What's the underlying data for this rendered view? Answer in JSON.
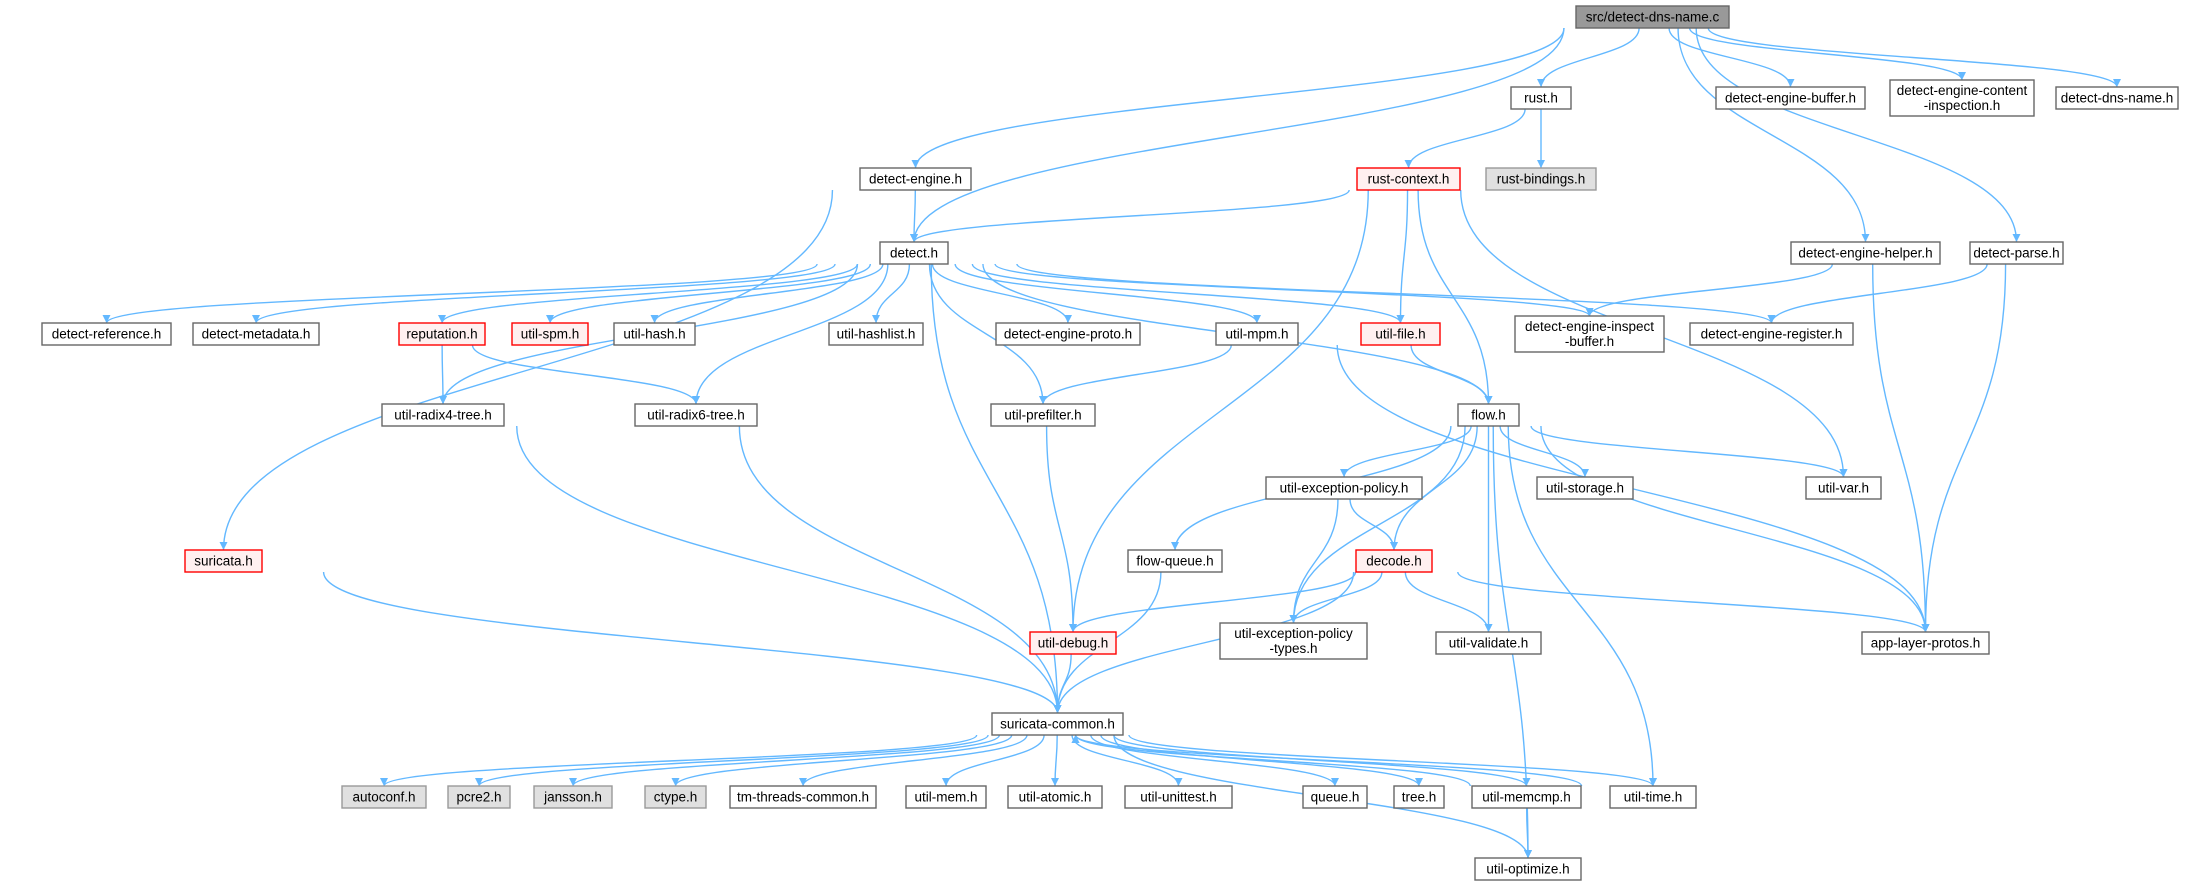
{
  "colors": {
    "edge": "#63b8ff",
    "root_fill": "#999999",
    "root_border": "#666666",
    "normal_fill": "#ffffff",
    "normal_border": "#666666",
    "highlight_border": "#ff0000",
    "highlight_fill": "#fff0f0",
    "external_fill": "#e0e0e0",
    "external_border": "#999999",
    "text": "#000000"
  },
  "diagram": {
    "root": "src/detect-dns-name.c",
    "nodes": [
      {
        "id": "root",
        "label": "src/detect-dns-name.c",
        "style": "root"
      },
      {
        "id": "rust_h",
        "label": "rust.h",
        "style": "normal"
      },
      {
        "id": "det_eng_buf",
        "label": "detect-engine-buffer.h",
        "style": "normal"
      },
      {
        "id": "det_eng_ci",
        "label": "detect-engine-content\n-inspection.h",
        "style": "normal"
      },
      {
        "id": "det_dns_name_h",
        "label": "detect-dns-name.h",
        "style": "normal"
      },
      {
        "id": "det_engine",
        "label": "detect-engine.h",
        "style": "normal"
      },
      {
        "id": "rust_bind",
        "label": "rust-bindings.h",
        "style": "external"
      },
      {
        "id": "rust_ctx",
        "label": "rust-context.h",
        "style": "highlight"
      },
      {
        "id": "detect_h",
        "label": "detect.h",
        "style": "normal"
      },
      {
        "id": "det_eng_helper",
        "label": "detect-engine-helper.h",
        "style": "normal"
      },
      {
        "id": "det_parse",
        "label": "detect-parse.h",
        "style": "normal"
      },
      {
        "id": "det_ref",
        "label": "detect-reference.h",
        "style": "normal"
      },
      {
        "id": "det_meta",
        "label": "detect-metadata.h",
        "style": "normal"
      },
      {
        "id": "reputation",
        "label": "reputation.h",
        "style": "highlight"
      },
      {
        "id": "util_spm",
        "label": "util-spm.h",
        "style": "highlight"
      },
      {
        "id": "util_hash",
        "label": "util-hash.h",
        "style": "normal"
      },
      {
        "id": "util_hashlist",
        "label": "util-hashlist.h",
        "style": "normal"
      },
      {
        "id": "det_eng_proto",
        "label": "detect-engine-proto.h",
        "style": "normal"
      },
      {
        "id": "util_mpm",
        "label": "util-mpm.h",
        "style": "normal"
      },
      {
        "id": "util_file",
        "label": "util-file.h",
        "style": "highlight"
      },
      {
        "id": "det_eng_inspect",
        "label": "detect-engine-inspect\n-buffer.h",
        "style": "normal"
      },
      {
        "id": "det_eng_reg",
        "label": "detect-engine-register.h",
        "style": "normal"
      },
      {
        "id": "radix4",
        "label": "util-radix4-tree.h",
        "style": "normal"
      },
      {
        "id": "radix6",
        "label": "util-radix6-tree.h",
        "style": "normal"
      },
      {
        "id": "util_prefilter",
        "label": "util-prefilter.h",
        "style": "normal"
      },
      {
        "id": "flow_h",
        "label": "flow.h",
        "style": "normal"
      },
      {
        "id": "util_exc_pol",
        "label": "util-exception-policy.h",
        "style": "normal"
      },
      {
        "id": "util_storage",
        "label": "util-storage.h",
        "style": "normal"
      },
      {
        "id": "util_var",
        "label": "util-var.h",
        "style": "normal"
      },
      {
        "id": "suricata_h",
        "label": "suricata.h",
        "style": "highlight"
      },
      {
        "id": "flow_queue",
        "label": "flow-queue.h",
        "style": "normal"
      },
      {
        "id": "decode_h",
        "label": "decode.h",
        "style": "highlight"
      },
      {
        "id": "util_debug",
        "label": "util-debug.h",
        "style": "highlight"
      },
      {
        "id": "util_exc_types",
        "label": "util-exception-policy\n-types.h",
        "style": "normal"
      },
      {
        "id": "util_validate",
        "label": "util-validate.h",
        "style": "normal"
      },
      {
        "id": "app_layer",
        "label": "app-layer-protos.h",
        "style": "normal"
      },
      {
        "id": "sur_common",
        "label": "suricata-common.h",
        "style": "normal"
      },
      {
        "id": "autoconf",
        "label": "autoconf.h",
        "style": "external"
      },
      {
        "id": "pcre2",
        "label": "pcre2.h",
        "style": "external"
      },
      {
        "id": "jansson",
        "label": "jansson.h",
        "style": "external"
      },
      {
        "id": "ctype",
        "label": "ctype.h",
        "style": "external"
      },
      {
        "id": "tm_threads",
        "label": "tm-threads-common.h",
        "style": "normal"
      },
      {
        "id": "util_mem",
        "label": "util-mem.h",
        "style": "normal"
      },
      {
        "id": "util_atomic",
        "label": "util-atomic.h",
        "style": "normal"
      },
      {
        "id": "util_unittest",
        "label": "util-unittest.h",
        "style": "normal"
      },
      {
        "id": "queue_h",
        "label": "queue.h",
        "style": "normal"
      },
      {
        "id": "tree_h",
        "label": "tree.h",
        "style": "normal"
      },
      {
        "id": "util_memcmp",
        "label": "util-memcmp.h",
        "style": "normal"
      },
      {
        "id": "util_time",
        "label": "util-time.h",
        "style": "normal"
      },
      {
        "id": "util_optimize",
        "label": "util-optimize.h",
        "style": "normal"
      }
    ],
    "edges": [
      [
        "root",
        "rust_h"
      ],
      [
        "root",
        "det_eng_buf"
      ],
      [
        "root",
        "det_eng_ci"
      ],
      [
        "root",
        "det_dns_name_h"
      ],
      [
        "root",
        "det_engine"
      ],
      [
        "root",
        "detect_h"
      ],
      [
        "root",
        "det_eng_helper"
      ],
      [
        "root",
        "det_parse"
      ],
      [
        "rust_h",
        "rust_bind"
      ],
      [
        "rust_h",
        "rust_ctx"
      ],
      [
        "det_engine",
        "detect_h"
      ],
      [
        "det_engine",
        "suricata_h"
      ],
      [
        "rust_ctx",
        "detect_h"
      ],
      [
        "rust_ctx",
        "util_file"
      ],
      [
        "rust_ctx",
        "flow_h"
      ],
      [
        "rust_ctx",
        "util_var"
      ],
      [
        "rust_ctx",
        "util_debug"
      ],
      [
        "detect_h",
        "det_ref"
      ],
      [
        "detect_h",
        "det_meta"
      ],
      [
        "detect_h",
        "reputation"
      ],
      [
        "detect_h",
        "util_spm"
      ],
      [
        "detect_h",
        "util_hash"
      ],
      [
        "detect_h",
        "util_hashlist"
      ],
      [
        "detect_h",
        "det_eng_proto"
      ],
      [
        "detect_h",
        "util_mpm"
      ],
      [
        "detect_h",
        "util_file"
      ],
      [
        "detect_h",
        "det_eng_inspect"
      ],
      [
        "detect_h",
        "det_eng_reg"
      ],
      [
        "detect_h",
        "radix4"
      ],
      [
        "detect_h",
        "radix6"
      ],
      [
        "detect_h",
        "util_prefilter"
      ],
      [
        "detect_h",
        "flow_h"
      ],
      [
        "detect_h",
        "sur_common"
      ],
      [
        "det_eng_helper",
        "det_eng_inspect"
      ],
      [
        "det_eng_helper",
        "app_layer"
      ],
      [
        "det_parse",
        "det_eng_reg"
      ],
      [
        "det_parse",
        "app_layer"
      ],
      [
        "reputation",
        "radix4"
      ],
      [
        "reputation",
        "radix6"
      ],
      [
        "util_mpm",
        "util_prefilter"
      ],
      [
        "util_mpm",
        "app_layer"
      ],
      [
        "util_file",
        "flow_h"
      ],
      [
        "radix4",
        "sur_common"
      ],
      [
        "radix6",
        "sur_common"
      ],
      [
        "util_prefilter",
        "util_debug"
      ],
      [
        "flow_h",
        "util_exc_pol"
      ],
      [
        "flow_h",
        "util_storage"
      ],
      [
        "flow_h",
        "util_var"
      ],
      [
        "flow_h",
        "flow_queue"
      ],
      [
        "flow_h",
        "decode_h"
      ],
      [
        "flow_h",
        "util_exc_types"
      ],
      [
        "flow_h",
        "util_validate"
      ],
      [
        "flow_h",
        "app_layer"
      ],
      [
        "flow_h",
        "util_time"
      ],
      [
        "flow_h",
        "util_optimize"
      ],
      [
        "util_exc_pol",
        "decode_h"
      ],
      [
        "util_exc_pol",
        "util_exc_types"
      ],
      [
        "suricata_h",
        "sur_common"
      ],
      [
        "flow_queue",
        "sur_common"
      ],
      [
        "decode_h",
        "util_debug"
      ],
      [
        "decode_h",
        "util_exc_types"
      ],
      [
        "decode_h",
        "util_validate"
      ],
      [
        "decode_h",
        "app_layer"
      ],
      [
        "decode_h",
        "sur_common"
      ],
      [
        "util_debug",
        "sur_common"
      ],
      [
        "sur_common",
        "autoconf"
      ],
      [
        "sur_common",
        "pcre2"
      ],
      [
        "sur_common",
        "jansson"
      ],
      [
        "sur_common",
        "ctype"
      ],
      [
        "sur_common",
        "tm_threads"
      ],
      [
        "sur_common",
        "util_mem"
      ],
      [
        "sur_common",
        "util_atomic"
      ],
      [
        "sur_common",
        "util_unittest"
      ],
      [
        "sur_common",
        "queue_h"
      ],
      [
        "sur_common",
        "tree_h"
      ],
      [
        "sur_common",
        "util_memcmp"
      ],
      [
        "sur_common",
        "util_time"
      ],
      [
        "sur_common",
        "util_optimize"
      ],
      [
        "util_memcmp",
        "sur_common"
      ],
      [
        "util_memcmp",
        "util_optimize"
      ],
      [
        "util_time",
        "sur_common"
      ]
    ]
  }
}
